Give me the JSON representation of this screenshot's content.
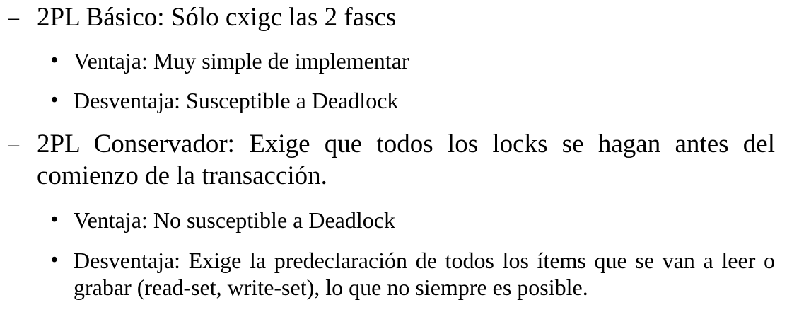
{
  "items": [
    {
      "marker": "–",
      "text": "2PL Básico: Sólo cxigc las 2 fascs",
      "sub": [
        {
          "marker": "•",
          "text": "Ventaja: Muy simple de implementar"
        },
        {
          "marker": "•",
          "text": "Desventaja: Susceptible a Deadlock"
        }
      ]
    },
    {
      "marker": "–",
      "text": "2PL Conservador: Exige que todos los locks se hagan antes del comienzo de la transacción.",
      "sub": [
        {
          "marker": "•",
          "text": "Ventaja: No susceptible a Deadlock"
        },
        {
          "marker": "•",
          "text": "Desventaja: Exige la predeclaración de todos los ítems que se van a leer o grabar (read-set, write-set), lo que no siempre es posible."
        }
      ]
    }
  ]
}
